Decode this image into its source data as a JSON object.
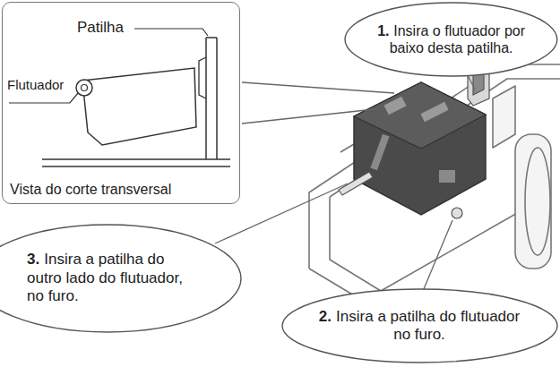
{
  "diagram": {
    "nodes": [
      {
        "text": [
          "Vista do corte transversal"
        ]
      },
      {
        "text": [
          "1.",
          "Insira o flutuador por baixo desta patilha."
        ]
      },
      {
        "text": [
          "3.",
          "Insira a patilha do outro lado do flutuador, no furo."
        ]
      },
      {
        "text": [
          "2.",
          "Insira a patilha do flutuador no furo."
        ]
      }
    ],
    "labels": [
      "Patilha",
      "Flutuador"
    ]
  }
}
